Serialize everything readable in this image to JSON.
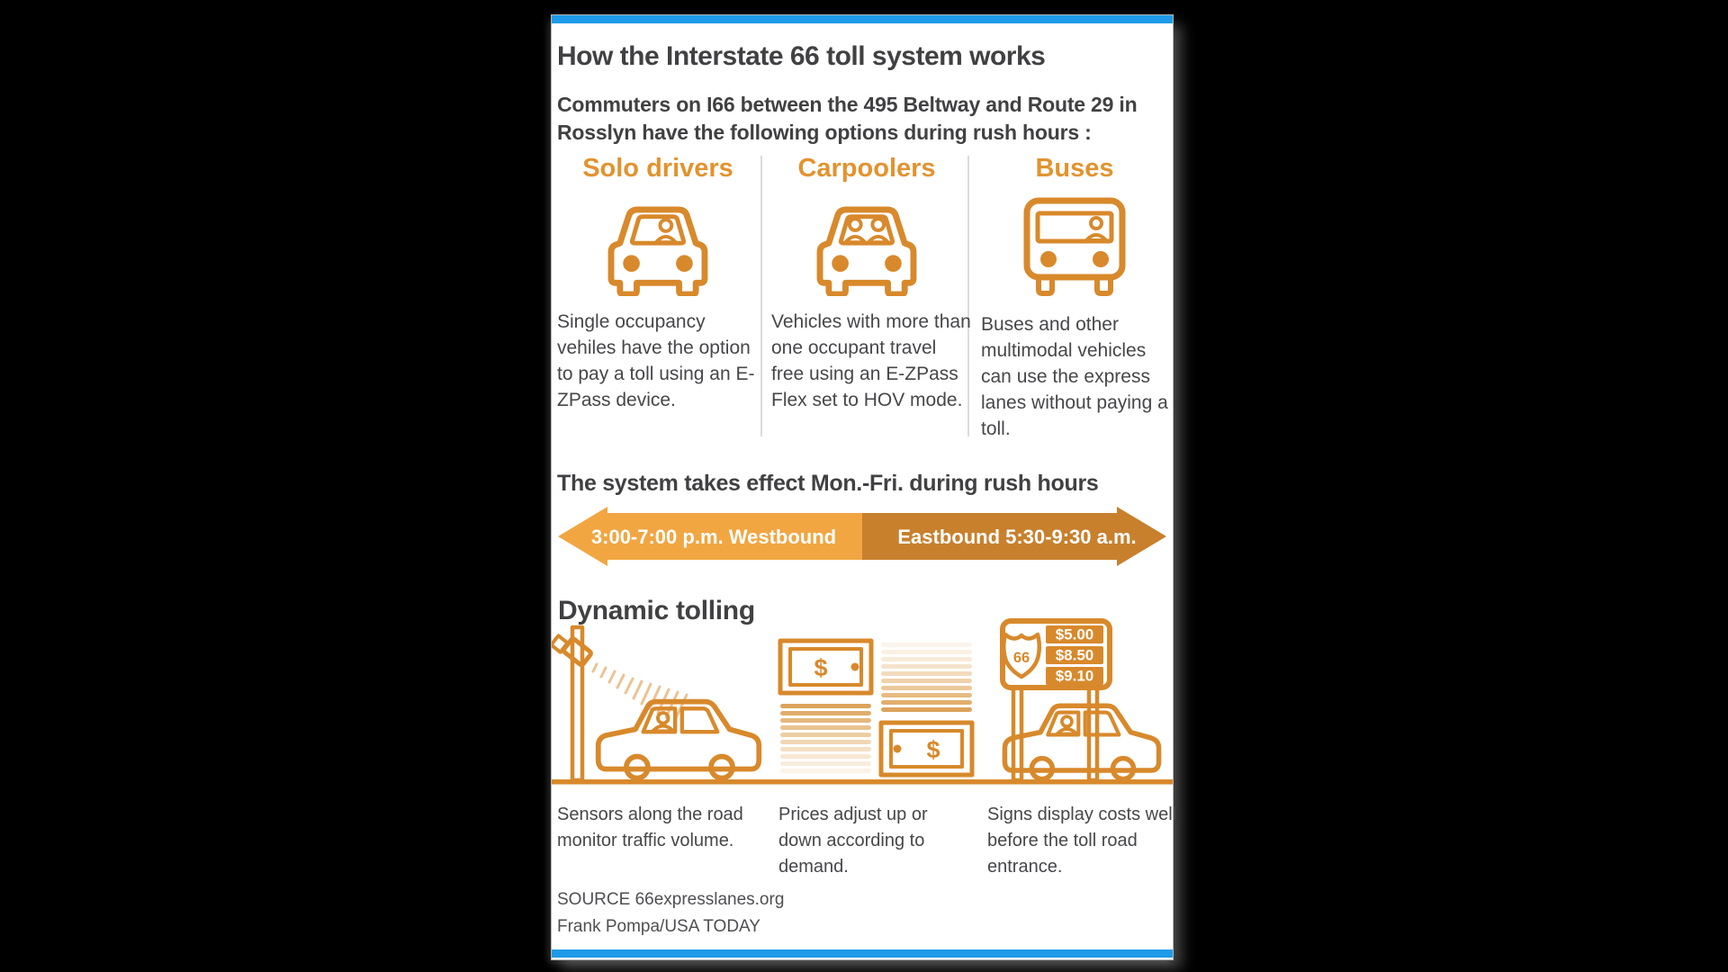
{
  "colors": {
    "accent_blue": "#1E9BE8",
    "icon_orange": "#D8892B",
    "heading_orange": "#E2932F",
    "arrow_west_orange": "#F1A642",
    "arrow_east_orange": "#C8802D",
    "title_gray": "#414042"
  },
  "header": {
    "title": "How the Interstate 66 toll system works",
    "subtitle": "Commuters on I66 between the 495 Beltway and Route 29 in Rosslyn have the following options during rush hours :"
  },
  "options": [
    {
      "heading": "Solo drivers",
      "text": "Single occupancy vehiles have the option to pay a toll using an E-ZPass device."
    },
    {
      "heading": "Carpoolers",
      "text": "Vehicles with more than one occupant travel free using an E-ZPass Flex set to HOV mode."
    },
    {
      "heading": "Buses",
      "text": "Buses and other multimodal vehicles can use the express lanes without paying a toll."
    }
  ],
  "schedule": {
    "heading": "The system takes effect Mon.-Fri. during rush hours",
    "westbound_label": "3:00-7:00 p.m. Westbound",
    "eastbound_label": "Eastbound 5:30-9:30 a.m."
  },
  "dynamic_tolling": {
    "heading": "Dynamic tolling",
    "bill_symbol": "$",
    "sign": {
      "route": "66",
      "prices": [
        "$5.00",
        "$8.50",
        "$9.10"
      ]
    },
    "captions": [
      "Sensors along the road monitor traffic volume.",
      "Prices adjust up or down according to demand.",
      "Signs display costs well before the toll road entrance."
    ]
  },
  "footer": {
    "source": "SOURCE 66expresslanes.org",
    "credit": "Frank Pompa/USA TODAY"
  }
}
